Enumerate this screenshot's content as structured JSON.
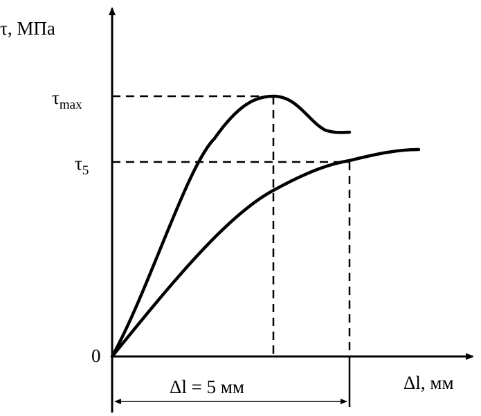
{
  "chart_data": {
    "type": "line",
    "ylabel": "τ, МПа",
    "xlabel": "Δl, мм",
    "origin_label": "0",
    "y_ticks": [
      {
        "name": "tau-max",
        "base": "τ",
        "sub": "max"
      },
      {
        "name": "tau-5",
        "base": "τ",
        "sub": "5"
      }
    ],
    "dimension": {
      "text": "Δl = 5 мм"
    },
    "grid": false,
    "legend": "none",
    "colors": {
      "line": "#000000",
      "background": "#ffffff"
    }
  }
}
